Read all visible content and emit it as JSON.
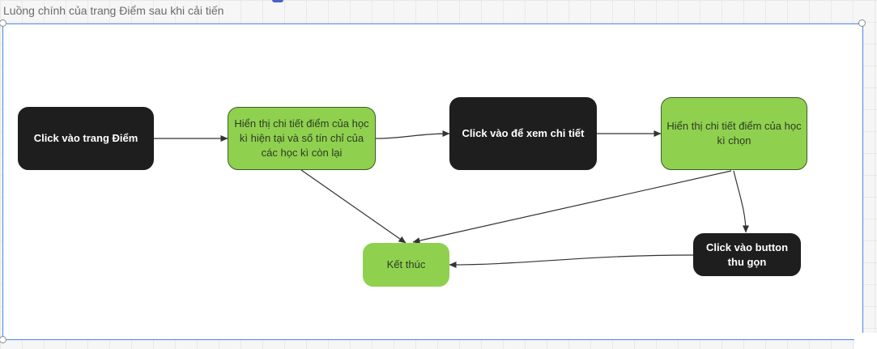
{
  "frame": {
    "title": "Luồng chính của trang Điểm sau khi cải tiến"
  },
  "nodes": {
    "click_diem": "Click vào trang Điểm",
    "show_current": "Hiển thị chi tiết điểm của học kì hiện tại và số tín chỉ của các học kì còn lại",
    "click_view_detail": "Click vào để xem chi tiết",
    "show_selected": "Hiển thị chi tiết điểm của học kì chọn",
    "click_collapse": "Click vào button thu gọn",
    "end": "Kết thúc"
  },
  "colors": {
    "frame_border": "#4a86e8",
    "dark_node": "#1e1e1e",
    "green_node": "#8fd14f",
    "connector": "#333333"
  }
}
